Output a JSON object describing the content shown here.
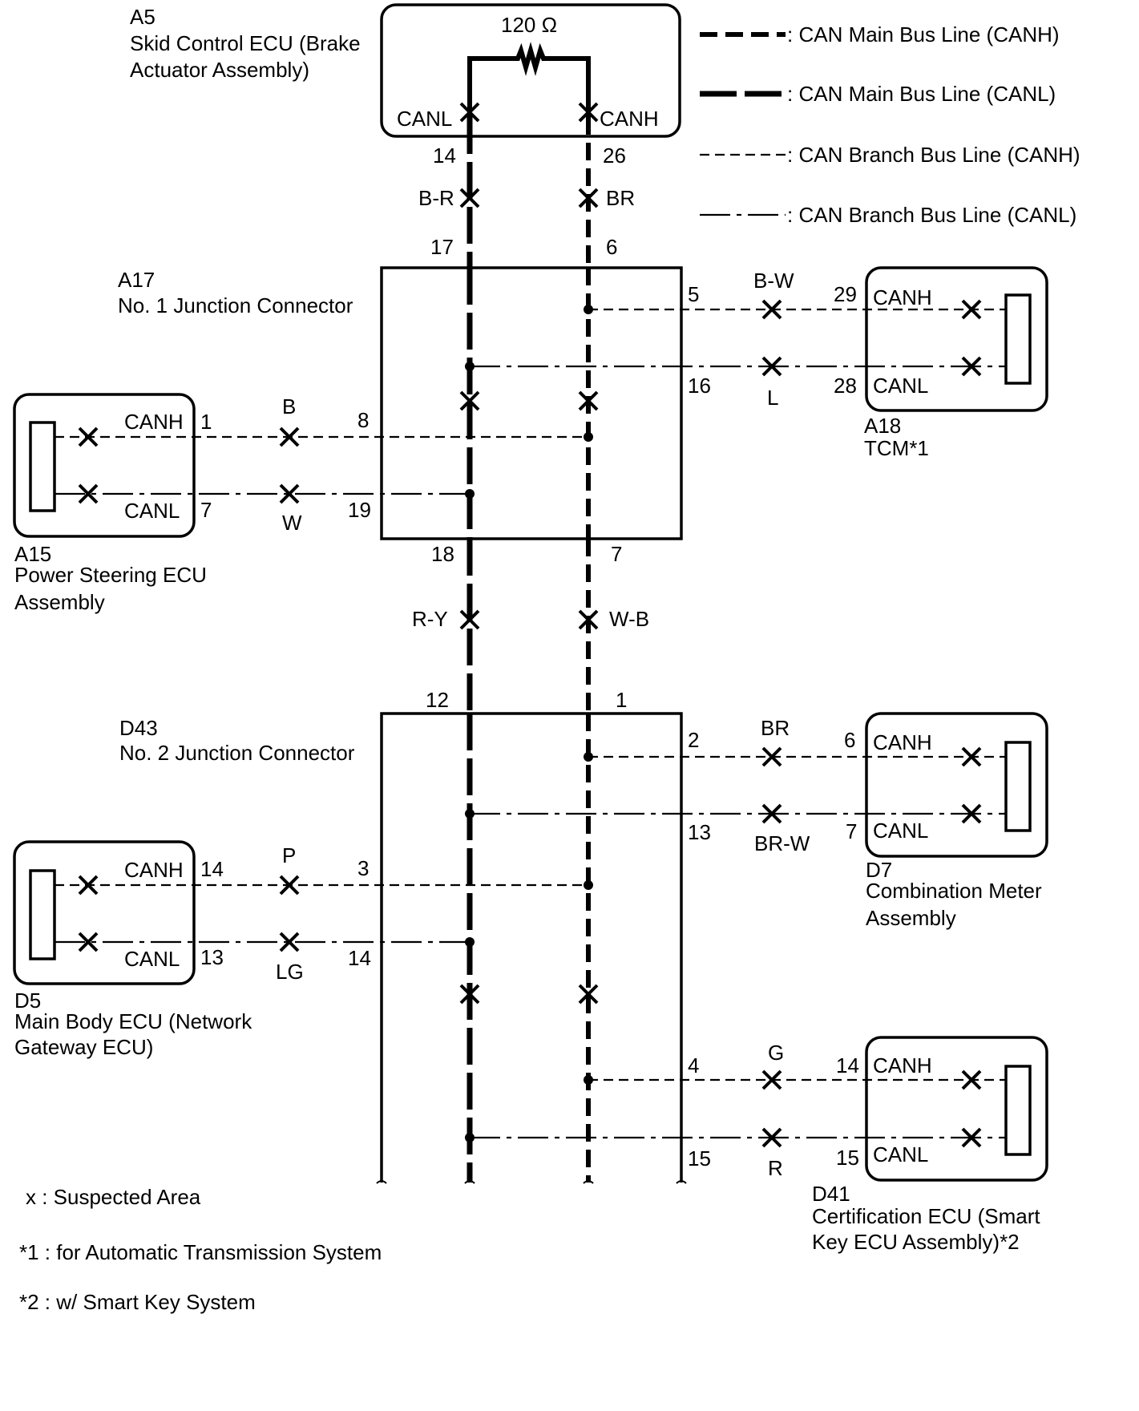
{
  "components": {
    "a5": {
      "id": "A5",
      "name_line1": "Skid Control ECU (Brake",
      "name_line2": "Actuator Assembly)",
      "resistor": "120 Ω",
      "canl": "CANL",
      "canh": "CANH"
    },
    "a17": {
      "id": "A17",
      "name": "No. 1 Junction Connector"
    },
    "a15": {
      "id": "A15",
      "name_line1": "Power Steering ECU",
      "name_line2": "Assembly",
      "canh": "CANH",
      "canl": "CANL"
    },
    "a18": {
      "id": "A18",
      "name": "TCM*1",
      "canh": "CANH",
      "canl": "CANL"
    },
    "d43": {
      "id": "D43",
      "name": "No. 2 Junction Connector"
    },
    "d5": {
      "id": "D5",
      "name_line1": "Main Body ECU (Network",
      "name_line2": "Gateway ECU)",
      "canh": "CANH",
      "canl": "CANL"
    },
    "d7": {
      "id": "D7",
      "name_line1": "Combination Meter",
      "name_line2": "Assembly",
      "canh": "CANH",
      "canl": "CANL"
    },
    "d41": {
      "id": "D41",
      "name_line1": "Certification ECU (Smart",
      "name_line2": "Key ECU Assembly)*2",
      "canh": "CANH",
      "canl": "CANL"
    }
  },
  "pins": {
    "a5_canl": "14",
    "a5_canh": "26",
    "a17_in_canl": "17",
    "a17_in_canh": "6",
    "a17_out_canl": "18",
    "a17_out_canh": "7",
    "a17_tcm_canh": "5",
    "a17_tcm_canl": "16",
    "a17_ps_canh": "8",
    "a17_ps_canl": "19",
    "a18_canh": "29",
    "a18_canl": "28",
    "a15_canh": "1",
    "a15_canl": "7",
    "d43_in_canl": "12",
    "d43_in_canh": "1",
    "d43_meter_canh": "2",
    "d43_meter_canl": "13",
    "d43_body_canh": "3",
    "d43_body_canl": "14",
    "d43_cert_canh": "4",
    "d43_cert_canl": "15",
    "d7_canh": "6",
    "d7_canl": "7",
    "d5_canh": "14",
    "d5_canl": "13",
    "d41_canh": "14",
    "d41_canl": "15"
  },
  "wires": {
    "main_upper_canl": "B-R",
    "main_upper_canh": "BR",
    "main_lower_canl": "R-Y",
    "main_lower_canh": "W-B",
    "tcm_canh": "B-W",
    "tcm_canl": "L",
    "ps_canh": "B",
    "ps_canl": "W",
    "meter_canh": "BR",
    "meter_canl": "BR-W",
    "body_canh": "P",
    "body_canl": "LG",
    "cert_canh": "G",
    "cert_canl": "R"
  },
  "legend": [
    {
      "style": "canh-main",
      "label": ": CAN Main Bus Line (CANH)"
    },
    {
      "style": "canl-main",
      "label": ": CAN Main Bus Line (CANL)"
    },
    {
      "style": "canh-branch",
      "label": ": CAN Branch Bus Line (CANH)"
    },
    {
      "style": "canl-branch",
      "label": ": CAN Branch Bus Line (CANL)"
    }
  ],
  "notes": {
    "suspected": "x : Suspected Area",
    "note1": "*1 : for Automatic Transmission System",
    "note2": "*2 : w/ Smart Key System"
  },
  "colors": {
    "ink": "#000000",
    "background": "#ffffff"
  }
}
